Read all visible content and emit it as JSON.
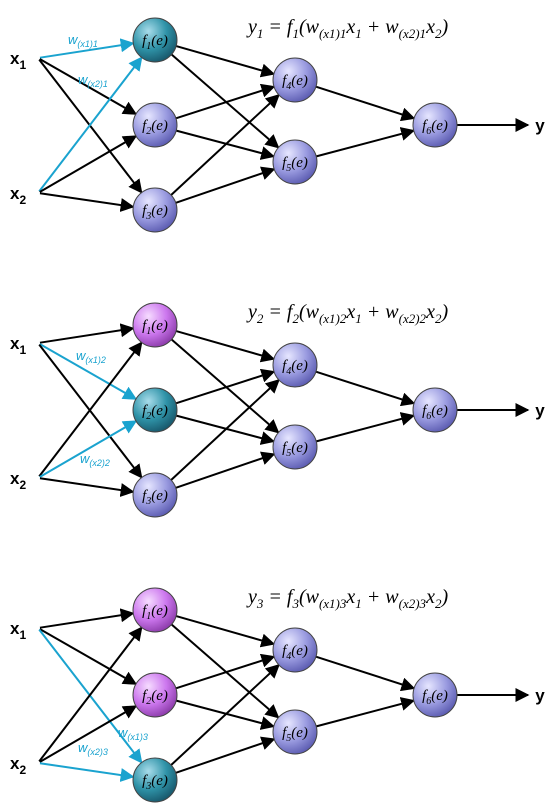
{
  "colors": {
    "accent_arrow": "#1aa3cf",
    "black_arrow": "#000000",
    "node_default": "#9a9be0",
    "node_active": "#2f93a8",
    "node_done": "#cc77ee",
    "node_stroke": "#444444"
  },
  "output_label": "y",
  "panels": [
    {
      "formula": {
        "lhs": "y",
        "lhs_sub": "1",
        "fn": "f",
        "fn_sub": "1",
        "w1": "w",
        "w1_sub": "(x1)1",
        "x1": "x",
        "x1_sub": "1",
        "w2": "w",
        "w2_sub": "(x2)1",
        "x2": "x",
        "x2_sub": "2"
      },
      "weight_labels": [
        {
          "base": "w",
          "sub": "(x1)1"
        },
        {
          "base": "w",
          "sub": "(x2)1"
        }
      ],
      "node_states": [
        "active",
        "default",
        "default",
        "default",
        "default",
        "default"
      ],
      "highlighted_edges": [
        [
          0,
          0
        ],
        [
          1,
          0
        ]
      ]
    },
    {
      "formula": {
        "lhs": "y",
        "lhs_sub": "2",
        "fn": "f",
        "fn_sub": "2",
        "w1": "w",
        "w1_sub": "(x1)2",
        "x1": "x",
        "x1_sub": "1",
        "w2": "w",
        "w2_sub": "(x2)2",
        "x2": "x",
        "x2_sub": "2"
      },
      "weight_labels": [
        {
          "base": "w",
          "sub": "(x1)2"
        },
        {
          "base": "w",
          "sub": "(x2)2"
        }
      ],
      "node_states": [
        "done",
        "active",
        "default",
        "default",
        "default",
        "default"
      ],
      "highlighted_edges": [
        [
          0,
          1
        ],
        [
          1,
          1
        ]
      ]
    },
    {
      "formula": {
        "lhs": "y",
        "lhs_sub": "3",
        "fn": "f",
        "fn_sub": "3",
        "w1": "w",
        "w1_sub": "(x1)3",
        "x1": "x",
        "x1_sub": "1",
        "w2": "w",
        "w2_sub": "(x2)3",
        "x2": "x",
        "x2_sub": "2"
      },
      "weight_labels": [
        {
          "base": "w",
          "sub": "(x1)3"
        },
        {
          "base": "w",
          "sub": "(x2)3"
        }
      ],
      "node_states": [
        "done",
        "done",
        "active",
        "default",
        "default",
        "default"
      ],
      "highlighted_edges": [
        [
          0,
          2
        ],
        [
          1,
          2
        ]
      ]
    }
  ],
  "inputs": [
    {
      "base": "x",
      "sub": "1"
    },
    {
      "base": "x",
      "sub": "2"
    }
  ],
  "nodes": [
    {
      "base": "f",
      "sub": "1",
      "arg": "(e)"
    },
    {
      "base": "f",
      "sub": "2",
      "arg": "(e)"
    },
    {
      "base": "f",
      "sub": "3",
      "arg": "(e)"
    },
    {
      "base": "f",
      "sub": "4",
      "arg": "(e)"
    },
    {
      "base": "f",
      "sub": "5",
      "arg": "(e)"
    },
    {
      "base": "f",
      "sub": "6",
      "arg": "(e)"
    }
  ]
}
